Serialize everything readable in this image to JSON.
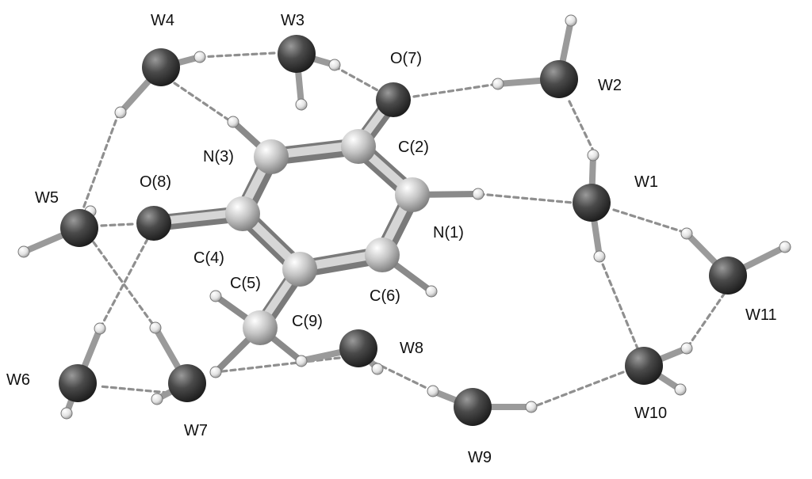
{
  "diagram": {
    "labels": {
      "W1": "W1",
      "W2": "W2",
      "W3": "W3",
      "W4": "W4",
      "W5": "W5",
      "W6": "W6",
      "W7": "W7",
      "W8": "W8",
      "W9": "W9",
      "W10": "W10",
      "W11": "W11",
      "N1": "N(1)",
      "C2": "C(2)",
      "N3": "N(3)",
      "C4": "C(4)",
      "C5": "C(5)",
      "C6": "C(6)",
      "O7": "O(7)",
      "O8": "O(8)",
      "C9": "C(9)"
    },
    "colors": {
      "water_oxygen": "#3a3a3a",
      "ring_atom": "#a8a8a8",
      "hydrogen": "#e8e8e8",
      "hydrogen_bond": "#8f8f8f",
      "background": "#ffffff"
    }
  }
}
